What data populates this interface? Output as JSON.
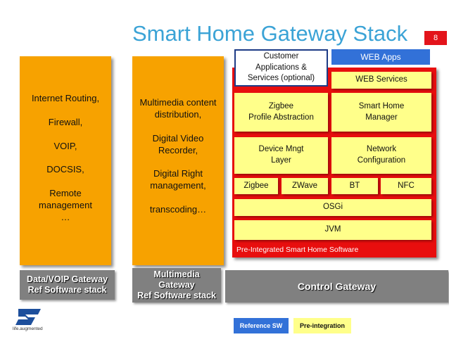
{
  "slide": {
    "title": "Smart Home Gateway Stack",
    "page_number": "8"
  },
  "columns": {
    "data_voip": {
      "lines": "Internet Routing,\n\nFirewall,\n\nVOIP,\n\nDOCSIS,\n\nRemote\nmanagement\n…",
      "footer": "Data/VOIP Gateway\nRef Software stack"
    },
    "multimedia": {
      "lines": "Multimedia content\ndistribution,\n\nDigital Video\nRecorder,\n\nDigital Right\nmanagement,\n\ntranscoding…",
      "footer": "Multimedia\nGateway\nRef Software stack"
    }
  },
  "control_stack": {
    "customer_apps": "Customer\nApplications &\nServices (optional)",
    "web_apps": "WEB Apps",
    "web_services": "WEB Services",
    "zigbee_profile": "Zigbee\nProfile Abstraction",
    "smart_home_manager": "Smart Home\nManager",
    "device_mngt": "Device Mngt\nLayer",
    "network_config": "Network\nConfiguration",
    "protocols": [
      "Zigbee",
      "ZWave",
      "BT",
      "NFC"
    ],
    "osgi": "OSGi",
    "jvm": "JVM",
    "frame_label": "Pre-Integrated Smart Home Software",
    "footer": "Control Gateway"
  },
  "legend": {
    "reference_sw": "Reference SW",
    "pre_integration": "Pre-integration"
  },
  "logo": {
    "brand": "ST",
    "tagline": "life.augmented"
  },
  "colors": {
    "title_blue": "#3ba3d6",
    "orange": "#f7a200",
    "red": "#e80e0e",
    "yellow": "#ffff8a",
    "blue": "#3271d8",
    "gray": "#808080"
  }
}
